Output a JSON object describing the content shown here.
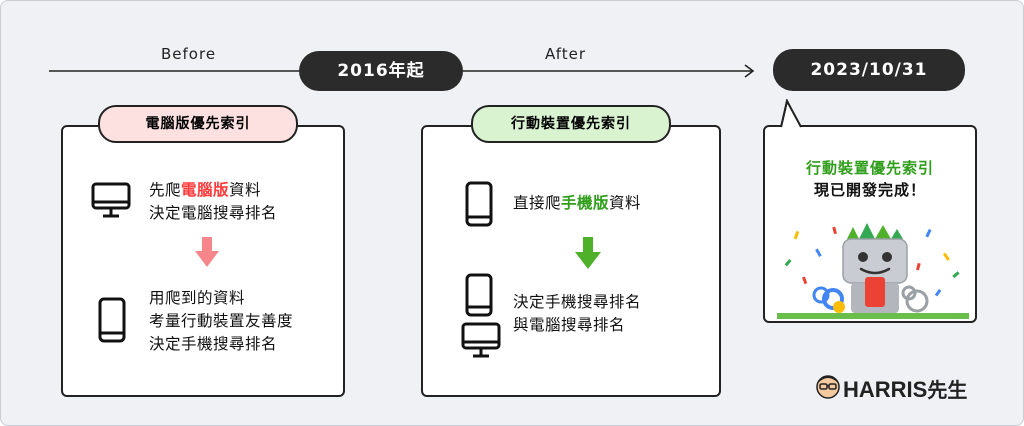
{
  "timeline": {
    "before_label": "Before",
    "after_label": "After",
    "milestone1": "2016年起",
    "milestone2": "2023/10/31"
  },
  "desktop_card": {
    "tag": "電腦版優先索引",
    "step1_prefix": "先爬",
    "step1_highlight": "電腦版",
    "step1_suffix": "資料",
    "step1_line2": "決定電腦搜尋排名",
    "step2_line1": "用爬到的資料",
    "step2_line2": "考量行動裝置友善度",
    "step2_line3": "決定手機搜尋排名"
  },
  "mobile_card": {
    "tag": "行動裝置優先索引",
    "step1_prefix": "直接爬",
    "step1_highlight": "手機版",
    "step1_suffix": "資料",
    "step2_line1": "決定手機搜尋排名",
    "step2_line2": "與電腦搜尋排名"
  },
  "announcement": {
    "line1": "行動裝置優先索引",
    "line2": "現已開發完成！"
  },
  "brand": {
    "logo_text": "HARRIS",
    "logo_suffix": "先生"
  },
  "colors": {
    "desktop_tag_bg": "#fde1e1",
    "mobile_tag_bg": "#d9f2d0",
    "down_arrow_red": "#f7868a",
    "down_arrow_green": "#4fb02a",
    "highlight_red": "#ff3b3b",
    "highlight_green": "#2f9e1a",
    "dark_pill": "#2b2b2b"
  }
}
